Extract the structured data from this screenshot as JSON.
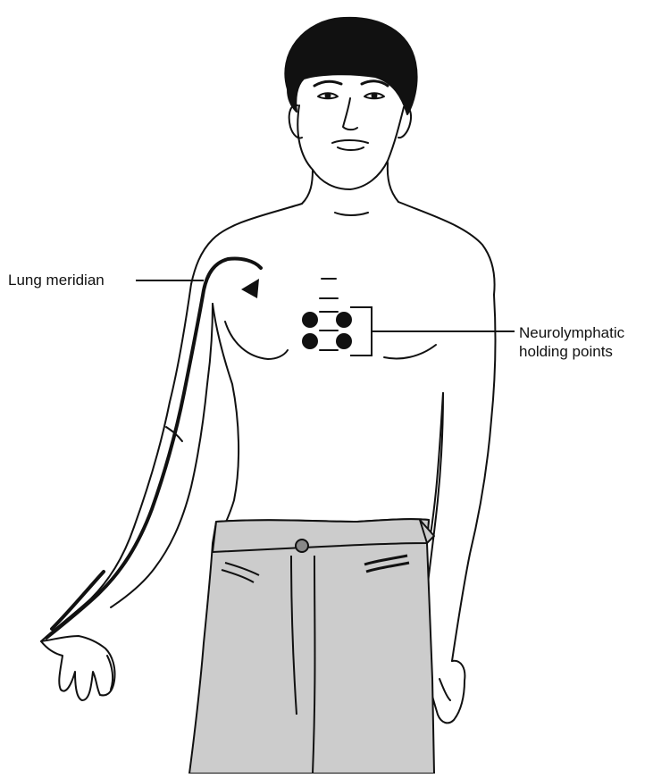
{
  "labels": {
    "lung_meridian": "Lung meridian",
    "neurolymphatic_line1": "Neurolymphatic",
    "neurolymphatic_line2": "holding points"
  },
  "colors": {
    "ink": "#111111",
    "pants_fill": "#cccccc",
    "button_fill": "#888888",
    "background": "#ffffff"
  },
  "holding_points_count": 4
}
